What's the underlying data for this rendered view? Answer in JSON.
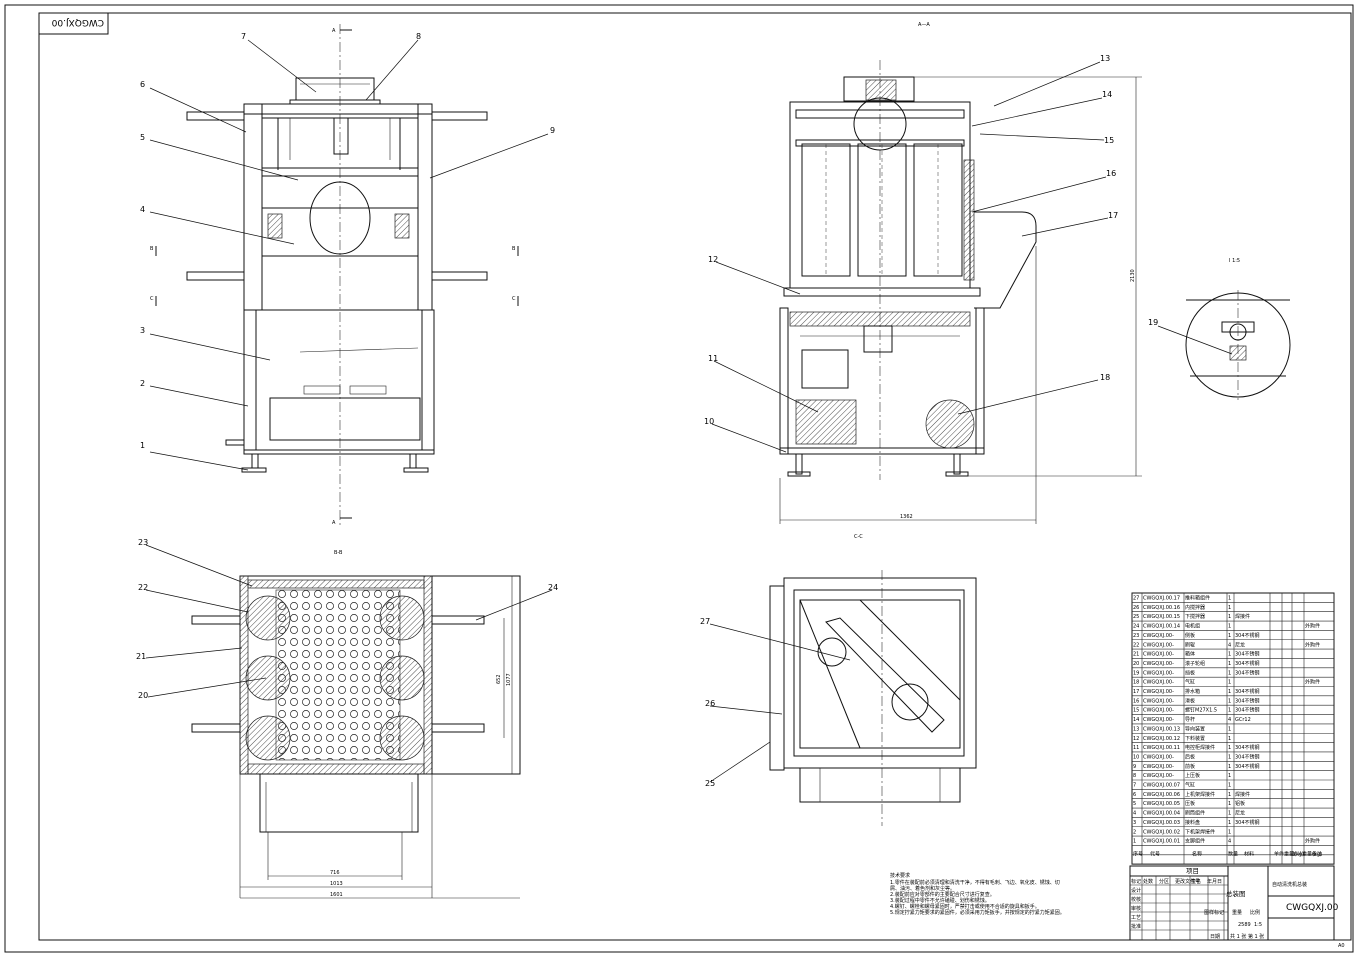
{
  "drawing": {
    "corner_code": "CWGQXJ.00",
    "sheet_size": "A0",
    "views": {
      "section_aa": "A—A",
      "section_bb": "B-B",
      "section_cc": "C-C",
      "detail": "I 1:5"
    },
    "markers": {
      "a": "A",
      "b": "B",
      "c": "C"
    },
    "dimensions": {
      "height": "2130",
      "width_side": "1362",
      "depth_716": "716",
      "depth_1013": "1013",
      "depth_1601": "1601",
      "side_652": "652",
      "side_1077": "1077"
    }
  },
  "balloons": [
    "1",
    "2",
    "3",
    "4",
    "5",
    "6",
    "7",
    "8",
    "9",
    "10",
    "11",
    "12",
    "13",
    "14",
    "15",
    "16",
    "17",
    "18",
    "19",
    "20",
    "21",
    "22",
    "23",
    "24",
    "25",
    "26",
    "27"
  ],
  "notes": {
    "title": "技术要求",
    "lines": [
      "1.零件在装配前必须清理和清洗干净，不得有毛刺、飞边、氧化皮、锈蚀、切",
      "  屑、油污、着色剂和灰尘等。",
      "2.装配前应对零部件的主要配合尺寸进行复查。",
      "3.装配过程中零件不允许磕碰、划伤和锈蚀。",
      "4.螺钉、螺栓和螺母紧固时，严禁打击或使用不合适的旋具和扳手。",
      "5.规定拧紧力矩要求的紧固件，必须采用力矩扳手，并按规定的拧紧力矩紧固。"
    ]
  },
  "bom": {
    "rows": [
      {
        "no": "27",
        "code": "CWGQXJ.00.17",
        "name": "推料箱组件",
        "qty": "1",
        "material": "",
        "note": ""
      },
      {
        "no": "26",
        "code": "CWGQXJ.00.16",
        "name": "内搅拌器",
        "qty": "1",
        "material": "",
        "note": ""
      },
      {
        "no": "25",
        "code": "CWGQXJ.00.15",
        "name": "下搅拌器",
        "qty": "1",
        "material": "焊接件",
        "note": ""
      },
      {
        "no": "24",
        "code": "CWGQXJ.00.14",
        "name": "电机组",
        "qty": "1",
        "material": "",
        "note": "外购件"
      },
      {
        "no": "23",
        "code": "CWGQXJ.00-",
        "name": "侧板",
        "qty": "1",
        "material": "304不锈钢",
        "note": ""
      },
      {
        "no": "22",
        "code": "CWGQXJ.00-",
        "name": "刷辊",
        "qty": "4",
        "material": "尼龙",
        "note": "外购件"
      },
      {
        "no": "21",
        "code": "CWGQXJ.00-",
        "name": "箱体",
        "qty": "1",
        "material": "304不锈钢",
        "note": ""
      },
      {
        "no": "20",
        "code": "CWGQXJ.00-",
        "name": "滚子轮组",
        "qty": "1",
        "material": "304不锈钢",
        "note": ""
      },
      {
        "no": "19",
        "code": "CWGQXJ.00-",
        "name": "挡板",
        "qty": "1",
        "material": "304不锈钢",
        "note": ""
      },
      {
        "no": "18",
        "code": "CWGQXJ.00-",
        "name": "气缸",
        "qty": "1",
        "material": "",
        "note": "外购件"
      },
      {
        "no": "17",
        "code": "CWGQXJ.00-",
        "name": "排水箱",
        "qty": "1",
        "material": "304不锈钢",
        "note": ""
      },
      {
        "no": "16",
        "code": "CWGQXJ.00-",
        "name": "滑板",
        "qty": "1",
        "material": "304不锈钢",
        "note": ""
      },
      {
        "no": "15",
        "code": "CWGQXJ.00-",
        "name": "螺钉M27X1.5",
        "qty": "1",
        "material": "304不锈钢",
        "note": ""
      },
      {
        "no": "14",
        "code": "CWGQXJ.00-",
        "name": "导杆",
        "qty": "4",
        "material": "GCr12",
        "note": ""
      },
      {
        "no": "13",
        "code": "CWGQXJ.00.13",
        "name": "导向装置",
        "qty": "1",
        "material": "",
        "note": ""
      },
      {
        "no": "12",
        "code": "CWGQXJ.00.12",
        "name": "下料装置",
        "qty": "1",
        "material": "",
        "note": ""
      },
      {
        "no": "11",
        "code": "CWGQXJ.00.11",
        "name": "电控柜焊接件",
        "qty": "1",
        "material": "304不锈钢",
        "note": ""
      },
      {
        "no": "10",
        "code": "CWGQXJ.00-",
        "name": "后板",
        "qty": "1",
        "material": "304不锈钢",
        "note": ""
      },
      {
        "no": "9",
        "code": "CWGQXJ.00-",
        "name": "前板",
        "qty": "1",
        "material": "304不锈钢",
        "note": ""
      },
      {
        "no": "8",
        "code": "CWGQXJ.00-",
        "name": "上压板",
        "qty": "1",
        "material": "",
        "note": ""
      },
      {
        "no": "7",
        "code": "CWGQXJ.00.07",
        "name": "气缸",
        "qty": "1",
        "material": "",
        "note": ""
      },
      {
        "no": "6",
        "code": "CWGQXJ.00.06",
        "name": "上机架焊接件",
        "qty": "1",
        "material": "焊接件",
        "note": ""
      },
      {
        "no": "5",
        "code": "CWGQXJ.00.05",
        "name": "压板",
        "qty": "1",
        "material": "铝板",
        "note": ""
      },
      {
        "no": "4",
        "code": "CWGQXJ.00.04",
        "name": "刷筒组件",
        "qty": "1",
        "material": "尼龙",
        "note": ""
      },
      {
        "no": "3",
        "code": "CWGQXJ.00.03",
        "name": "接料盘",
        "qty": "1",
        "material": "304不锈钢",
        "note": ""
      },
      {
        "no": "2",
        "code": "CWGQXJ.00.02",
        "name": "下机架焊接件",
        "qty": "1",
        "material": "",
        "note": ""
      },
      {
        "no": "1",
        "code": "CWGQXJ.00.01",
        "name": "支脚组件",
        "qty": "4",
        "material": "",
        "note": "外购件"
      }
    ],
    "headers": {
      "no": "序号",
      "code": "代号",
      "name": "名称",
      "qty": "数量",
      "material": "材料",
      "unit_weight": "单件重量(kg)",
      "total_weight": "总计重量(kg)",
      "note": "备注"
    }
  },
  "title_block": {
    "project_label": "项目",
    "drawing_name": "总装图",
    "product_name": "自动清洗机总装",
    "code": "CWGQXJ.00",
    "stage_label": "图样标记",
    "weight_label": "重量",
    "scale_label": "比例",
    "scale": "1:5",
    "weight": "2589",
    "sheet_info": "共 1 张  第 1 张",
    "rows": [
      "标记",
      "设计",
      "校核",
      "审核",
      "工艺",
      "批准"
    ],
    "cols": [
      "处数",
      "分区",
      "更改文件号",
      "签名",
      "年月日"
    ],
    "date_label": "日期"
  }
}
